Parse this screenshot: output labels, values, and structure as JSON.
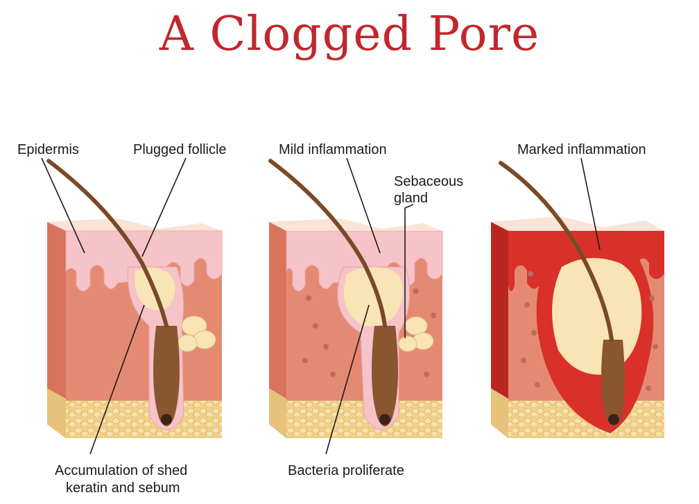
{
  "title": "A Clogged Pore",
  "labels": {
    "epidermis": "Epidermis",
    "plugged_follicle": "Plugged follicle",
    "mild_inflammation": "Mild inflammation",
    "sebaceous_1": "Sebaceous",
    "sebaceous_2": "gland",
    "marked_inflammation": "Marked inflammation",
    "accumulation_1": "Accumulation of shed",
    "accumulation_2": "keratin and sebum",
    "bacteria": "Bacteria proliferate"
  },
  "colors": {
    "title": "#c1272d",
    "dermis": "#e58a72",
    "dermis_side": "#d9735d",
    "epidermis": "#f6c3c9",
    "skin_top": "#fbe3d6",
    "fat": "#f1d48c",
    "plug": "#f8e4b4",
    "hair": "#7a4a28",
    "inflamed": "#d9302a",
    "inflamed_side": "#b92620"
  }
}
